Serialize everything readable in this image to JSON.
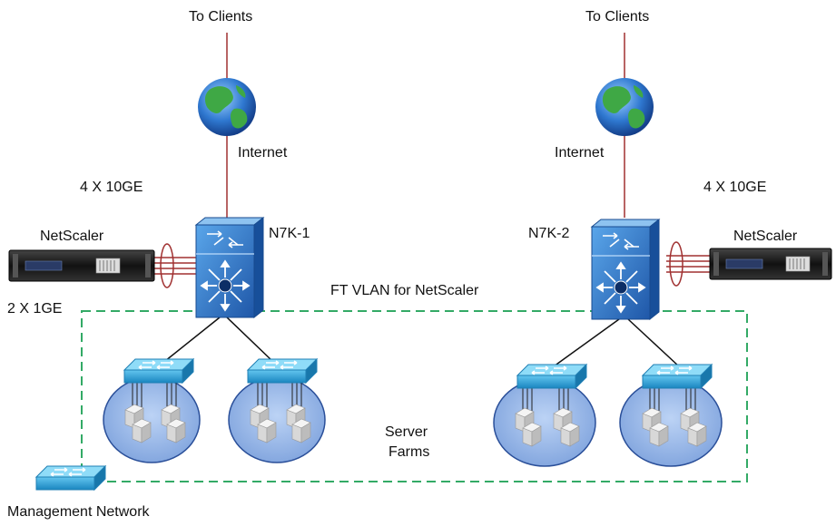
{
  "diagram": {
    "labels": {
      "to_clients_left": "To Clients",
      "to_clients_right": "To Clients",
      "internet_left": "Internet",
      "internet_right": "Internet",
      "bandwidth_left": "4 X 10GE",
      "bandwidth_right": "4 X 10GE",
      "netscaler_left": "NetScaler",
      "netscaler_right": "NetScaler",
      "n7k1": "N7K-1",
      "n7k2": "N7K-2",
      "ft_vlan": "FT VLAN for NetScaler",
      "mgmt_link": "2 X 1GE",
      "server_farms_line1": "Server",
      "server_farms_line2": "Farms",
      "management_network": "Management Network"
    },
    "colors": {
      "uplink": "#a03030",
      "ft_vlan_dash": "#33aa66",
      "switch_blue": "#2ea3d6",
      "core_switch": "#2b6cc4",
      "farm_fill": "#8fb3e8",
      "appliance_dark": "#1a1a1a"
    },
    "icons": {
      "globe": "globe-icon",
      "core_switch": "core-switch-icon",
      "access_switch": "switch-icon",
      "server": "server-icon",
      "appliance": "netscaler-appliance-icon"
    }
  }
}
